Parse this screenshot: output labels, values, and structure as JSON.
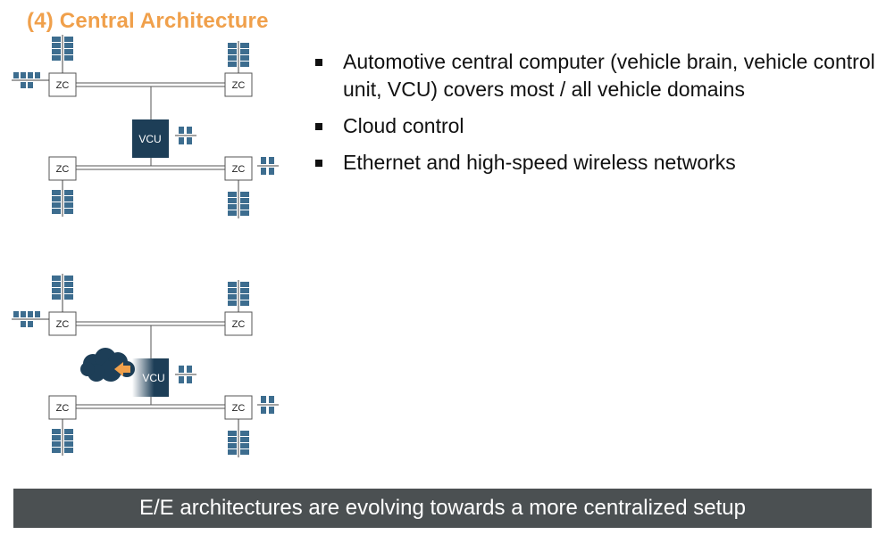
{
  "title": "(4) Central Architecture",
  "bullets": [
    "Automotive central computer (vehicle brain, vehicle control unit, VCU) covers most / all vehicle domains",
    "Cloud control",
    "Ethernet and high-speed wireless networks"
  ],
  "labels": {
    "zc": "ZC",
    "vcu": "VCU"
  },
  "footer": "E/E architectures are evolving towards a more centralized setup",
  "colors": {
    "title": "#f0a04b",
    "vcu": "#1d3e57",
    "ecu": "#3d6d8f",
    "cloud": "#1d3e57",
    "arrow": "#f0a04b",
    "footer": "#4b5052"
  },
  "diagrams": [
    {
      "name": "diagram-vehicle-central",
      "cloud": false
    },
    {
      "name": "diagram-vehicle-central-cloud",
      "cloud": true
    }
  ]
}
